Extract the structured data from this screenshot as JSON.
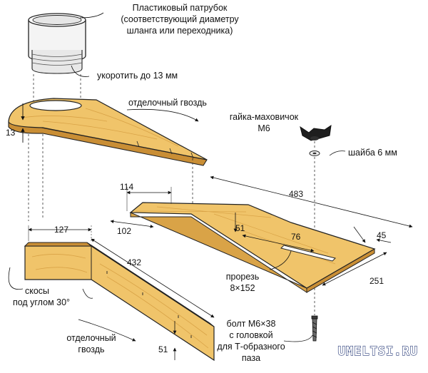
{
  "labels": {
    "pipe_line1": "Пластиковый патрубок",
    "pipe_line2": "(соответствующий диаметру",
    "pipe_line3": "шланга или переходника)",
    "shorten": "укоротить до 13 мм",
    "nail_top": "отделочный гвоздь",
    "wingnut_line1": "гайка-маховичок",
    "wingnut_line2": "М6",
    "washer": "шайба 6 мм",
    "slot_line1": "прорезь",
    "slot_line2": "8×152",
    "bevel_line1": "скосы",
    "bevel_line2": "под углом 30°",
    "nail_bottom_line1": "отделочный",
    "nail_bottom_line2": "гвоздь",
    "bolt_line1": "болт М6×38",
    "bolt_line2": "с головкой",
    "bolt_line3": "для Т-образного",
    "bolt_line4": "паза"
  },
  "dimensions": {
    "d13": "13",
    "d114": "114",
    "d483": "483",
    "d102": "102",
    "d51_mid": "51",
    "d76": "76",
    "d45": "45",
    "d251": "251",
    "d127": "127",
    "d432": "432",
    "d51_bottom": "51"
  },
  "watermark": "UMELTSI.RU",
  "colors": {
    "wood": "#f0c46a",
    "wood_dark": "#d9a347",
    "wood_edge": "#c98e35",
    "outline": "#222222",
    "pipe": "#f2f2f2"
  }
}
